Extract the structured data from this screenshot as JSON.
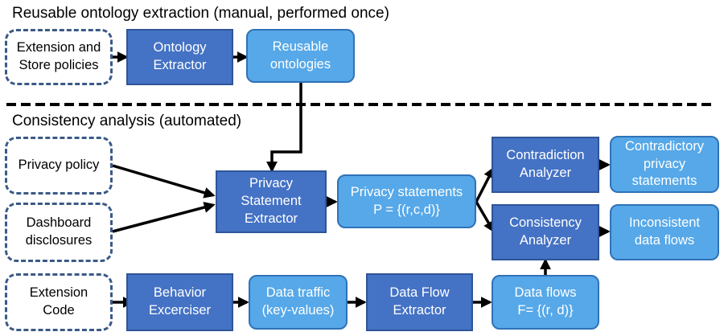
{
  "sections": {
    "top_title": "Reusable ontology extraction (manual, performed once)",
    "bottom_title": "Consistency analysis (automated)"
  },
  "boxes": {
    "ext_store_policies": "Extension and\nStore policies",
    "ontology_extractor": "Ontology\nExtractor",
    "reusable_ontologies": "Reusable\nontologies",
    "privacy_policy": "Privacy policy",
    "dashboard_disclosures": "Dashboard\ndisclosures",
    "privacy_statement_extractor": "Privacy\nStatement\nExtractor",
    "privacy_statements": "Privacy statements\nP = {(r,c,d)}",
    "contradiction_analyzer": "Contradiction\nAnalyzer",
    "contradictory_statements": "Contradictory\nprivacy\nstatements",
    "consistency_analyzer": "Consistency\nAnalyzer",
    "inconsistent_flows": "Inconsistent\ndata flows",
    "extension_code": "Extension\nCode",
    "behavior_exerciser": "Behavior\nExcerciser",
    "data_traffic": "Data traffic\n(key-values)",
    "data_flow_extractor": "Data Flow\nExtractor",
    "data_flows": "Data flows\nF= {(r, d)}"
  },
  "colors": {
    "process_fill": "#4472c4",
    "output_fill": "#56a8e8",
    "input_border": "#3a5a86",
    "arrow": "#000000"
  }
}
